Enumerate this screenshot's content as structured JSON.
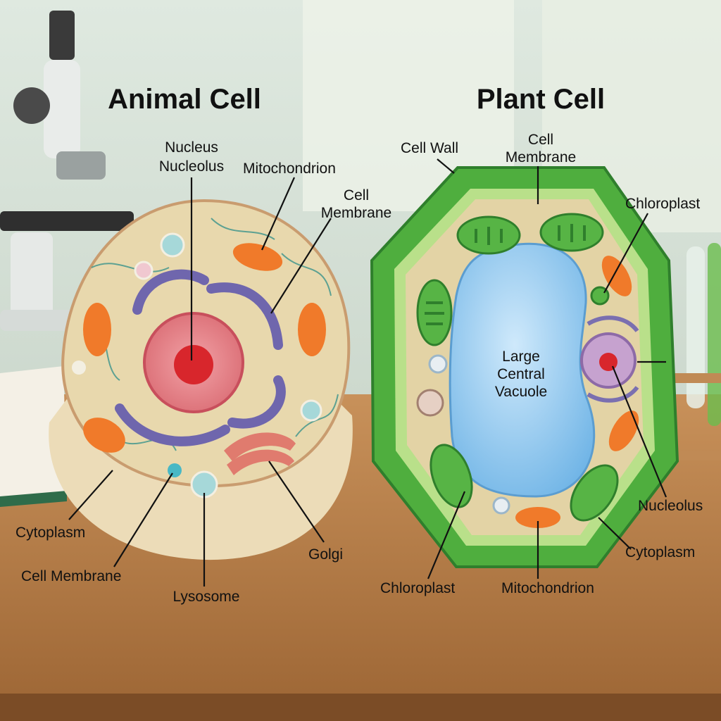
{
  "animal_cell": {
    "title": "Animal Cell",
    "labels": {
      "nucleus": "Nucleus",
      "nucleolus": "Nucleolus",
      "mitochondrion": "Mitochondrion",
      "cell_membrane_top": "Cell\nMembrane",
      "cytoplasm": "Cytoplasm",
      "cell_membrane_bottom": "Cell Membrane",
      "lysosome": "Lysosome",
      "golgi": "Golgi"
    }
  },
  "plant_cell": {
    "title": "Plant Cell",
    "labels": {
      "cell_wall": "Cell Wall",
      "cell_membrane": "Cell\nMembrane",
      "chloroplast_top": "Chloroplast",
      "vacuole": "Large\nCentral\nVacuole",
      "nucleolus": "Nucleolus",
      "cytoplasm": "Cytoplasm",
      "chloroplast_bottom": "Chloroplast",
      "mitochondrion": "Mitochondrion"
    }
  },
  "colors": {
    "cytoplasm": "#e8dcb4",
    "cell_wall": "#4fae3e",
    "chloroplast": "#57b445",
    "mitochondrion": "#f07a2a",
    "golgi": "#e07b6e",
    "er": "#7a6fb0",
    "nucleus": "#e98a8f",
    "nucleolus": "#d8262c",
    "vacuole": "#9fcff0",
    "table": "#c48a4c"
  },
  "icons": [
    "microscope",
    "open-book",
    "test-tubes"
  ]
}
